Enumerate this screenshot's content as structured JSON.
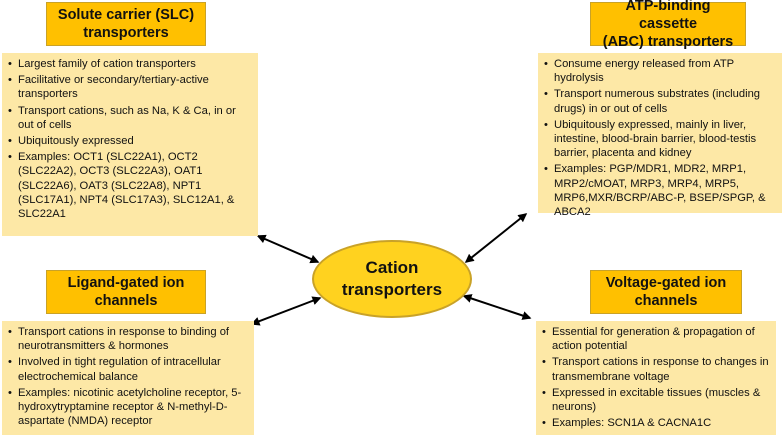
{
  "center": {
    "line1": "Cation",
    "line2": "transporters"
  },
  "slc": {
    "title_line1": "Solute carrier (SLC)",
    "title_line2": "transporters",
    "items": [
      "Largest family of cation transporters",
      "Facilitative or secondary/tertiary-active transporters",
      "Transport cations, such as Na, K & Ca, in or out of cells",
      "Ubiquitously expressed",
      "Examples: OCT1 (SLC22A1), OCT2 (SLC22A2), OCT3 (SLC22A3), OAT1 (SLC22A6), OAT3 (SLC22A8), NPT1 (SLC17A1), NPT4 (SLC17A3), SLC12A1, & SLC22A1"
    ]
  },
  "abc": {
    "title_line1": "ATP-binding cassette",
    "title_line2": "(ABC) transporters",
    "items": [
      "Consume energy released from ATP hydrolysis",
      "Transport numerous substrates (including drugs) in or out of cells",
      "Ubiquitously expressed, mainly in liver, intestine, blood-brain barrier, blood-testis barrier, placenta and kidney",
      "Examples: PGP/MDR1, MDR2, MRP1, MRP2/cMOAT, MRP3, MRP4, MRP5, MRP6,MXR/BCRP/ABC-P, BSEP/SPGP, & ABCA2"
    ]
  },
  "ligand": {
    "title_line1": "Ligand-gated ion",
    "title_line2": "channels",
    "items": [
      "Transport cations in response to binding of neurotransmitters & hormones",
      "Involved in tight regulation of intracellular electrochemical balance",
      "Examples: nicotinic acetylcholine receptor, 5-hydroxytryptamine receptor & N-methyl-D-aspartate (NMDA) receptor"
    ]
  },
  "voltage": {
    "title_line1": "Voltage-gated ion",
    "title_line2": "channels",
    "items": [
      "Essential for generation & propagation of action potential",
      "Transport cations in response to changes in transmembrane voltage",
      "Expressed in excitable tissues (muscles & neurons)",
      "Examples: SCN1A & CACNA1C"
    ]
  },
  "colors": {
    "title_fill": "#ffc000",
    "info_fill": "#fde8a6",
    "center_fill": "#ffd21f",
    "arrow": "#000000"
  }
}
